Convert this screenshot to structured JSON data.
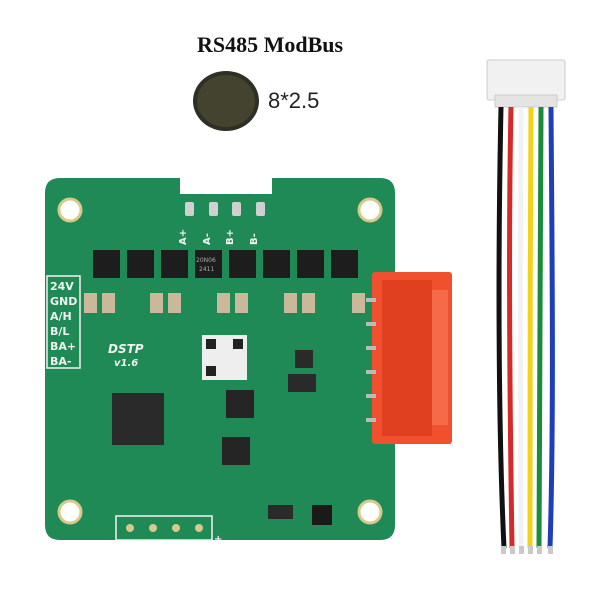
{
  "product": {
    "title": "RS485 ModBus",
    "coin_magnet_size": "8*2.5"
  },
  "board": {
    "motor_pads": [
      "A+",
      "A-",
      "B+",
      "B-"
    ],
    "terminal_labels": [
      "24V",
      "GND",
      "A/H",
      "B/L",
      "BA+",
      "BA-"
    ],
    "name": "DSTP",
    "version": "v1.6",
    "mosfet_marking": [
      "20N06",
      "2411"
    ],
    "plus_mark": "+"
  },
  "colors": {
    "pcb": "#1f8a55",
    "connector": "#f0502e",
    "wires": [
      "#111111",
      "#d42a2a",
      "#f2f2f2",
      "#f2d21b",
      "#1b8a3a",
      "#1f3fb8"
    ]
  }
}
